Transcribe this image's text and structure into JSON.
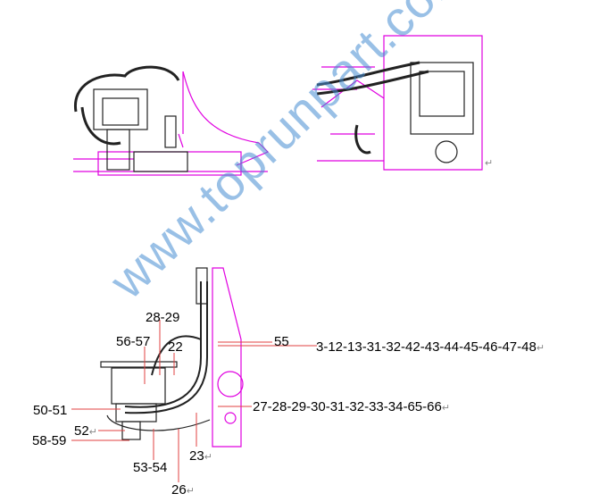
{
  "diagram": {
    "labels": {
      "l_28_29": "28-29",
      "l_56_57": "56-57",
      "l_22": "22",
      "l_55": "55",
      "l_top_group": "3-12-13-31-32-42-43-44-45-46-47-48",
      "l_50_51": "50-51",
      "l_52": "52",
      "l_58_59": "58-59",
      "l_53_54": "53-54",
      "l_23": "23",
      "l_26": "26",
      "l_mid_group": "27-28-29-30-31-32-33-34-65-66"
    },
    "return_mark": "↵",
    "watermark": "www.toprunpart.com",
    "colors": {
      "outline": "#e000e0",
      "leader": "#e04040",
      "watermark": "#468cd2"
    }
  }
}
